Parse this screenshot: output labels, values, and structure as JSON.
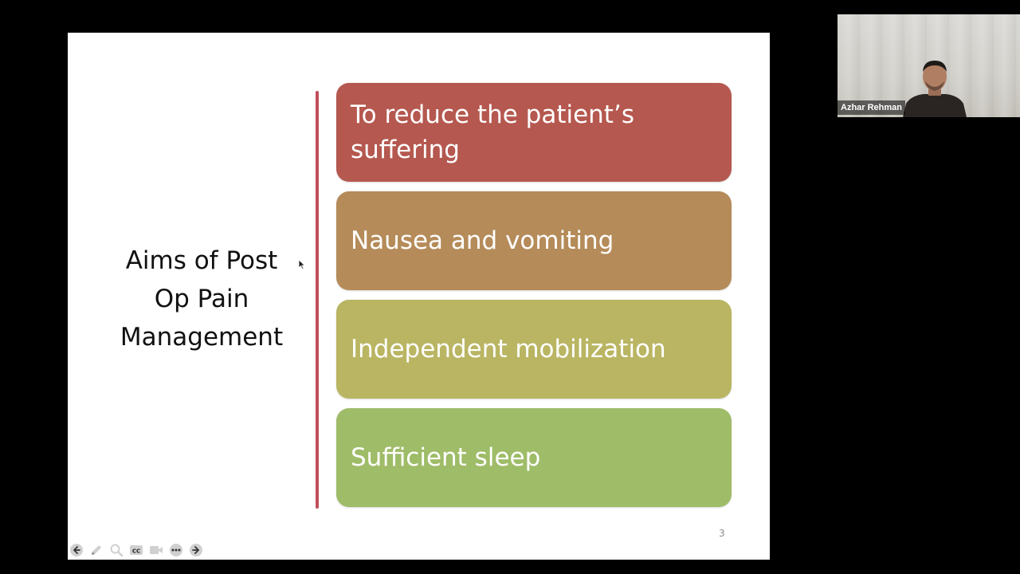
{
  "slide": {
    "title_lines": [
      "Aims of Post",
      "Op Pain",
      "Management"
    ],
    "aims": [
      {
        "lines": [
          "To reduce the patient’s",
          "suffering"
        ],
        "color": "#b5584f"
      },
      {
        "lines": [
          "Nausea and vomiting"
        ],
        "color": "#b58b59"
      },
      {
        "lines": [
          "Independent mobilization"
        ],
        "color": "#b9b562"
      },
      {
        "lines": [
          "Sufficient sleep"
        ],
        "color": "#9fbc68"
      }
    ],
    "divider_color": "#c0505a",
    "page_number": "3"
  },
  "toolbar": {
    "icons": [
      "previous-slide-icon",
      "pen-icon",
      "zoom-icon",
      "closed-captions-icon",
      "camera-icon",
      "more-options-icon",
      "next-slide-icon"
    ],
    "cc_label": "CC"
  },
  "participant": {
    "name": "Azhar Rehman"
  }
}
